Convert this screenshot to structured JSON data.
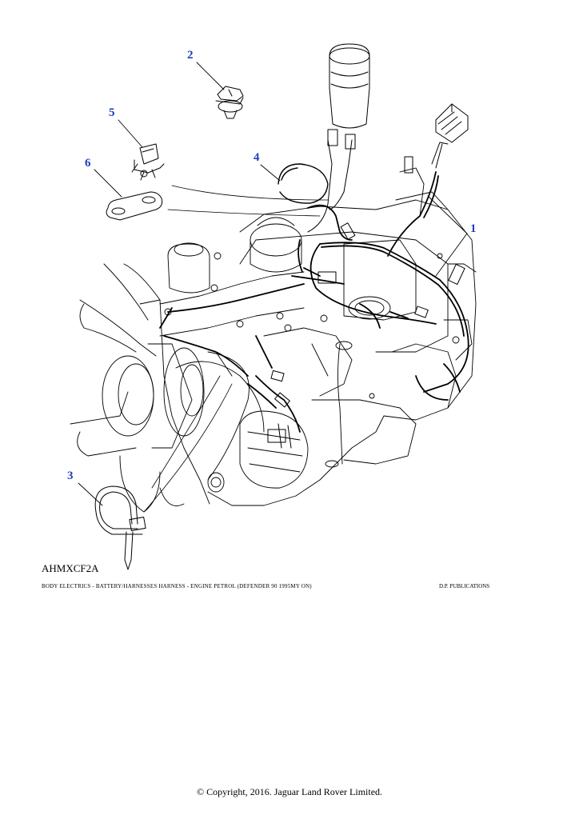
{
  "callouts": {
    "c1": "1",
    "c2": "2",
    "c3": "3",
    "c4": "4",
    "c5": "5",
    "c6": "6"
  },
  "figure_code": "AHMXCF2A",
  "caption": "BODY ELECTRICS - BATTERY/HARNESSES HARNESS - ENGINE PETROL (DEFENDER 90 1995MY ON)",
  "publisher": "D.P. PUBLICATIONS",
  "copyright": "© Copyright, 2016. Jaguar Land Rover Limited.",
  "colors": {
    "callout": "#1e3fb8",
    "line": "#000000"
  }
}
